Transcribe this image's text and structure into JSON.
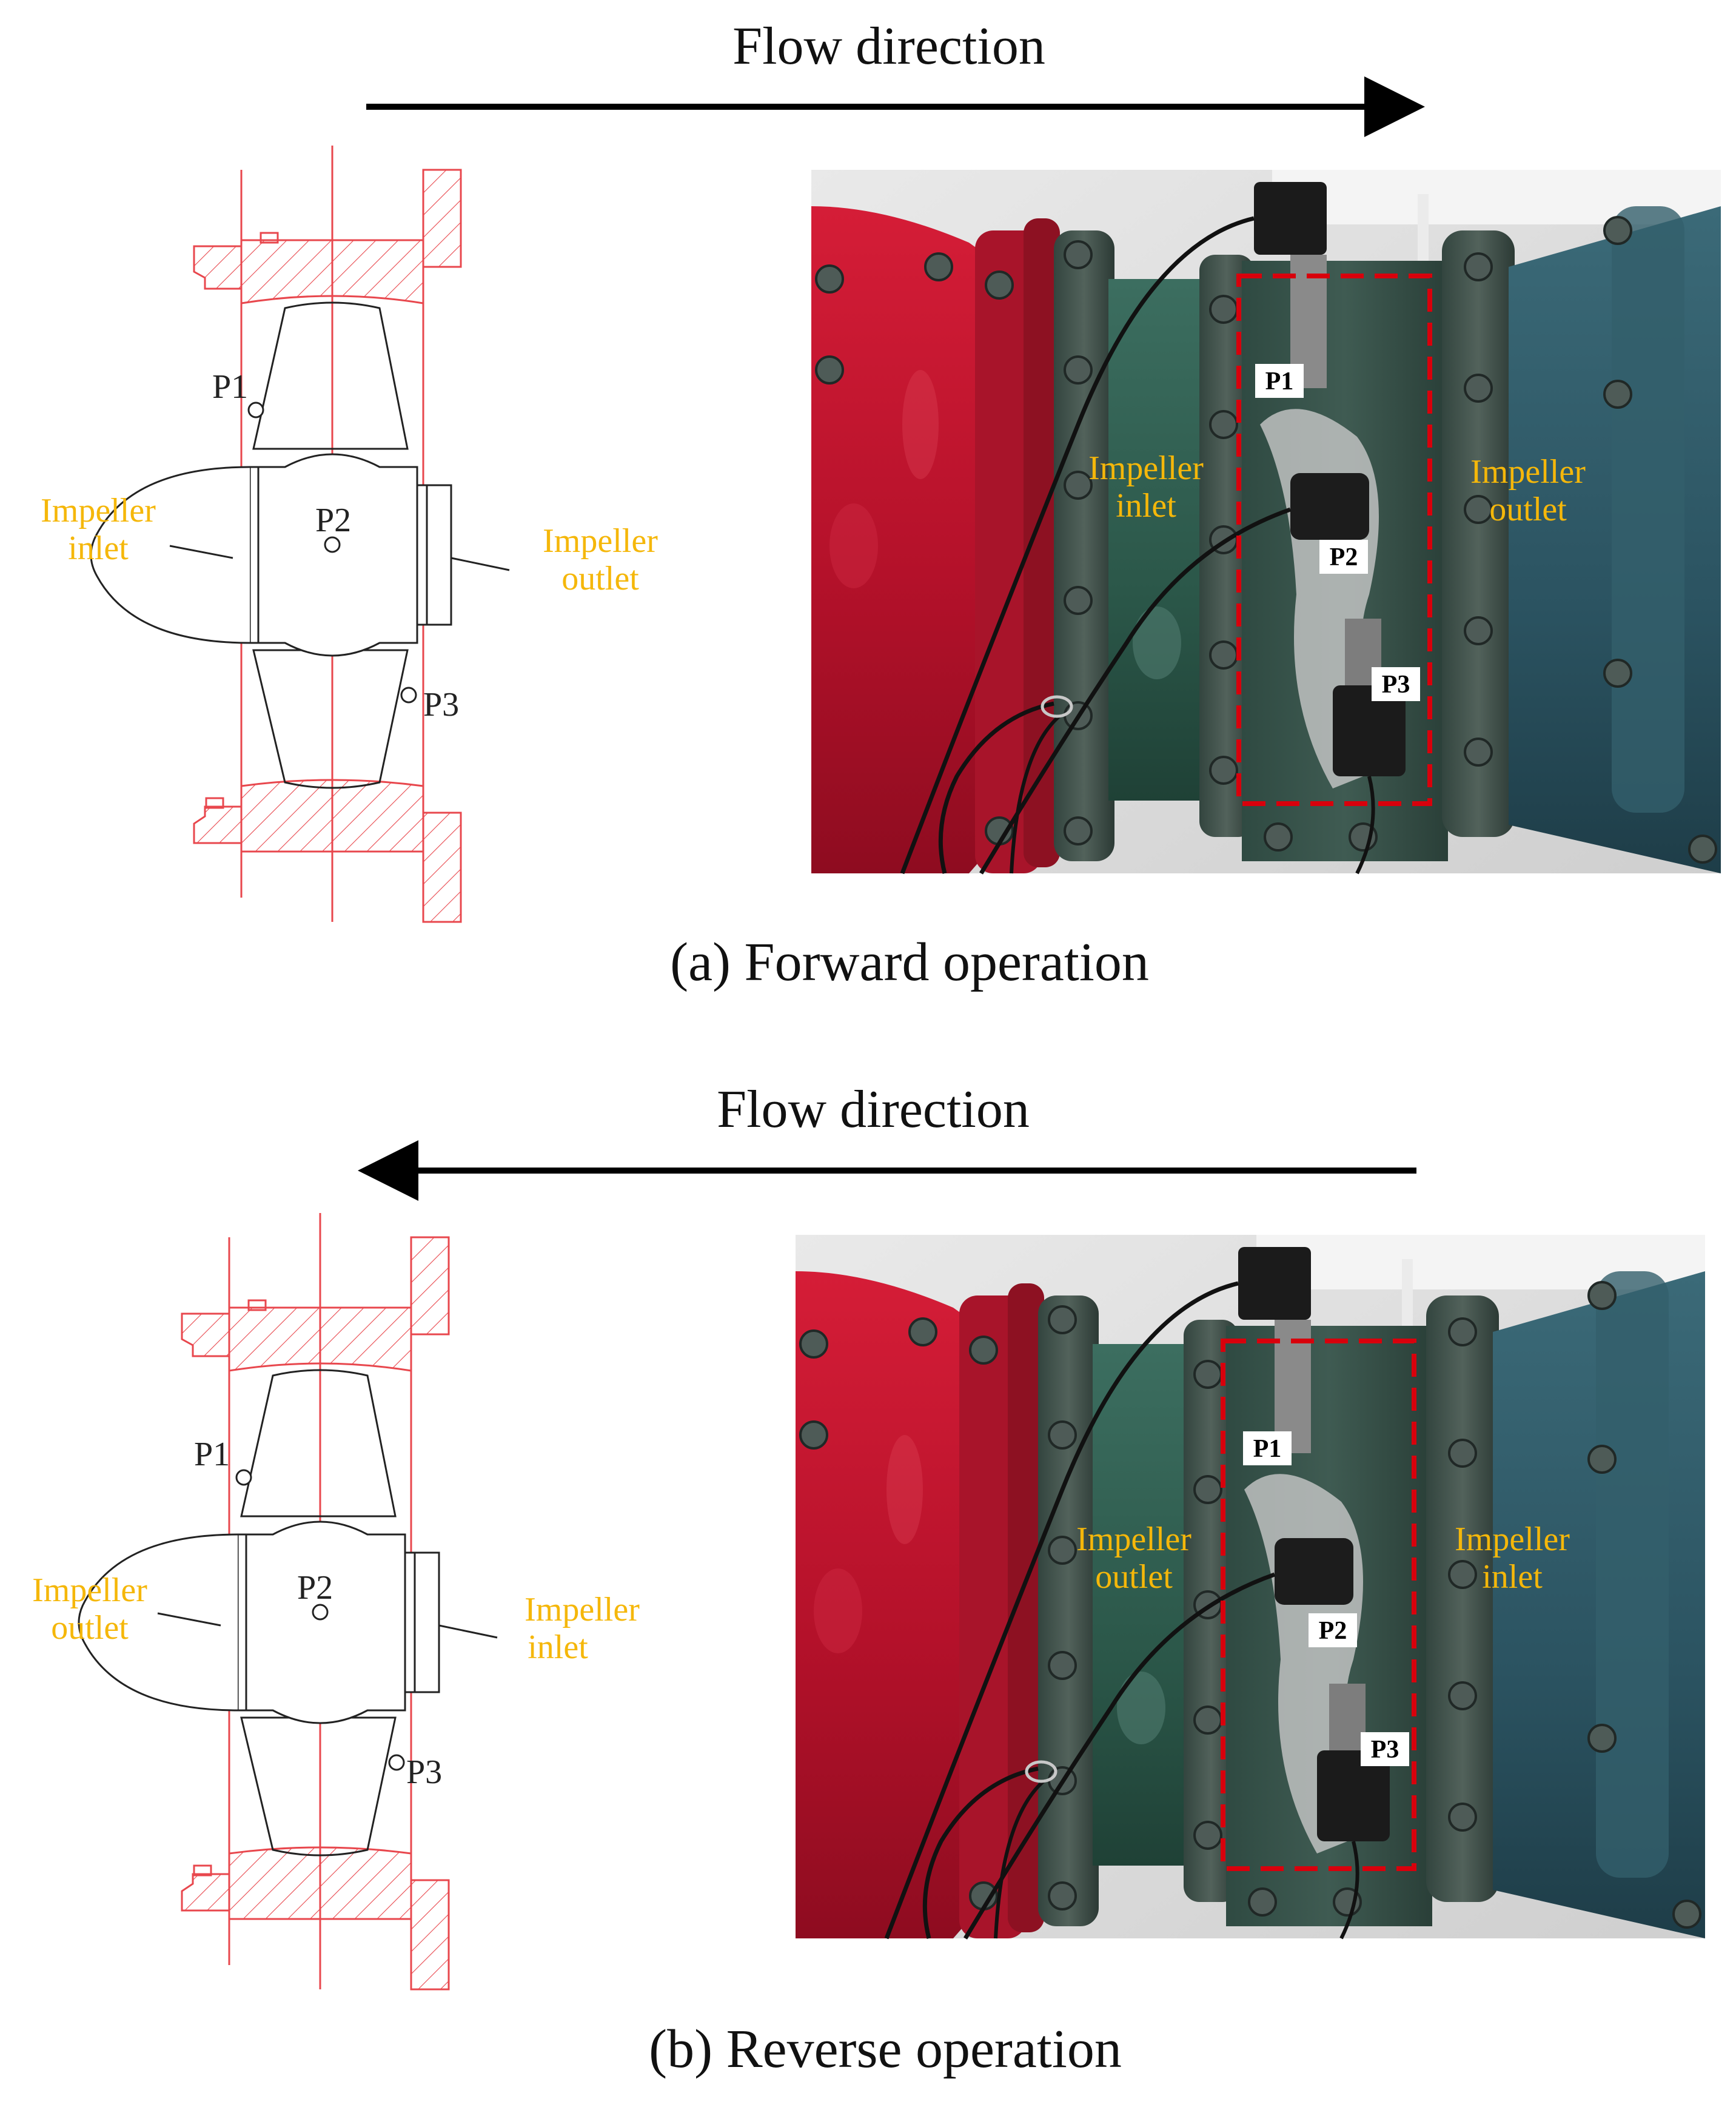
{
  "colors": {
    "accent_label": "#f5b70a",
    "drawing_red": "#e8474d",
    "drawing_black": "#222222",
    "arrow": "#000000",
    "highlight_box": "#d8000c",
    "pipe_red": "#b8142a",
    "pipe_green": "#2f5f52",
    "pipe_blue": "#2e5662",
    "wall": "#d9d9d9"
  },
  "panel_a": {
    "flow_label": "Flow direction",
    "flow_arrow_direction": "right",
    "caption": "(a) Forward operation",
    "drawing": {
      "p1": "P1",
      "p2": "P2",
      "p3": "P3",
      "left_label_line1": "Impeller",
      "left_label_line2": "inlet",
      "right_label_line1": "Impeller",
      "right_label_line2": "outlet"
    },
    "photo": {
      "tag_p1": "P1",
      "tag_p2": "P2",
      "tag_p3": "P3",
      "left_label_line1": "Impeller",
      "left_label_line2": "inlet",
      "right_label_line1": "Impeller",
      "right_label_line2": "outlet"
    }
  },
  "panel_b": {
    "flow_label": "Flow direction",
    "flow_arrow_direction": "left",
    "caption": "(b) Reverse operation",
    "drawing": {
      "p1": "P1",
      "p2": "P2",
      "p3": "P3",
      "left_label_line1": "Impeller",
      "left_label_line2": "outlet",
      "right_label_line1": "Impeller",
      "right_label_line2": "inlet"
    },
    "photo": {
      "tag_p1": "P1",
      "tag_p2": "P2",
      "tag_p3": "P3",
      "left_label_line1": "Impeller",
      "left_label_line2": "outlet",
      "right_label_line1": "Impeller",
      "right_label_line2": "inlet"
    }
  }
}
